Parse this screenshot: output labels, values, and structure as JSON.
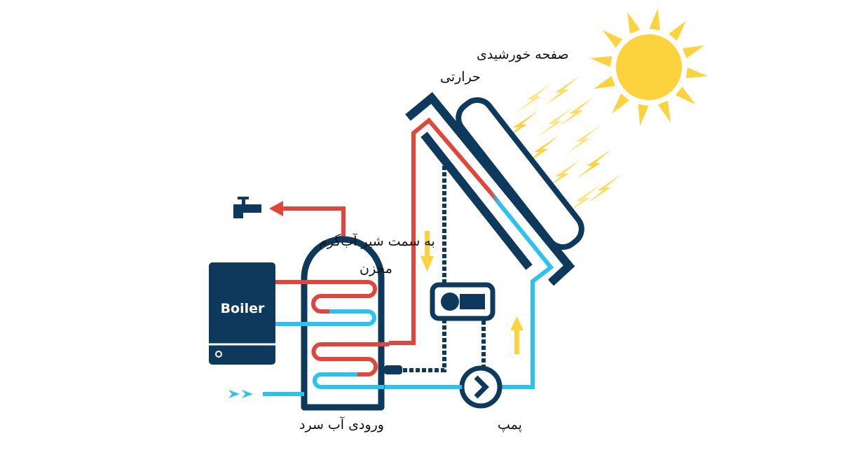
{
  "labels": {
    "collector_line1": "صفحه خورشیدی",
    "collector_line2": "حرارتی",
    "hot_tap": "به سمت شیر آب‌گرم",
    "tank": "مخزن",
    "boiler": "Boiler",
    "cold_inlet": "ورودی آب سرد",
    "pump": "پمپ"
  },
  "colors": {
    "navy": "#0d3a5c",
    "hot": "#e2463a",
    "cold": "#2ac3f0",
    "sun": "#fcd33c"
  }
}
